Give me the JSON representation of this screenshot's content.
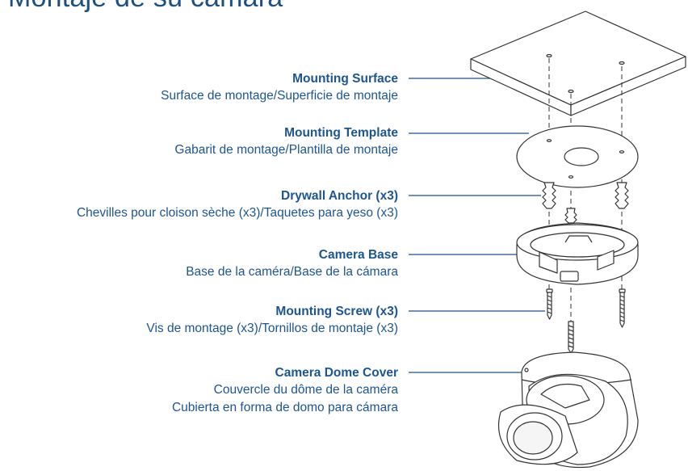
{
  "page": {
    "title": "Montaje de su cámara"
  },
  "colors": {
    "accent": "#1d5591",
    "line": "#1d4f86",
    "drawing": "#333333"
  },
  "labels": [
    {
      "id": "mounting-surface",
      "en": "Mounting Surface",
      "tr": [
        "Surface de montage/Superficie de montaje"
      ]
    },
    {
      "id": "mounting-template",
      "en": "Mounting Template",
      "tr": [
        "Gabarit de montage/Plantilla de montaje"
      ]
    },
    {
      "id": "drywall-anchor",
      "en": "Drywall Anchor (x3)",
      "tr": [
        "Chevilles pour cloison sèche (x3)/Taquetes para yeso (x3)"
      ]
    },
    {
      "id": "camera-base",
      "en": "Camera Base",
      "tr": [
        "Base de la caméra/Base de la cámara"
      ]
    },
    {
      "id": "mounting-screw",
      "en": "Mounting Screw (x3)",
      "tr": [
        "Vis de montage (x3)/Tornillos de montaje (x3)"
      ]
    },
    {
      "id": "camera-dome-cover",
      "en": "Camera Dome Cover",
      "tr": [
        "Couvercle du dôme de la caméra",
        "Cubierta en forma de domo para cámara"
      ]
    }
  ]
}
